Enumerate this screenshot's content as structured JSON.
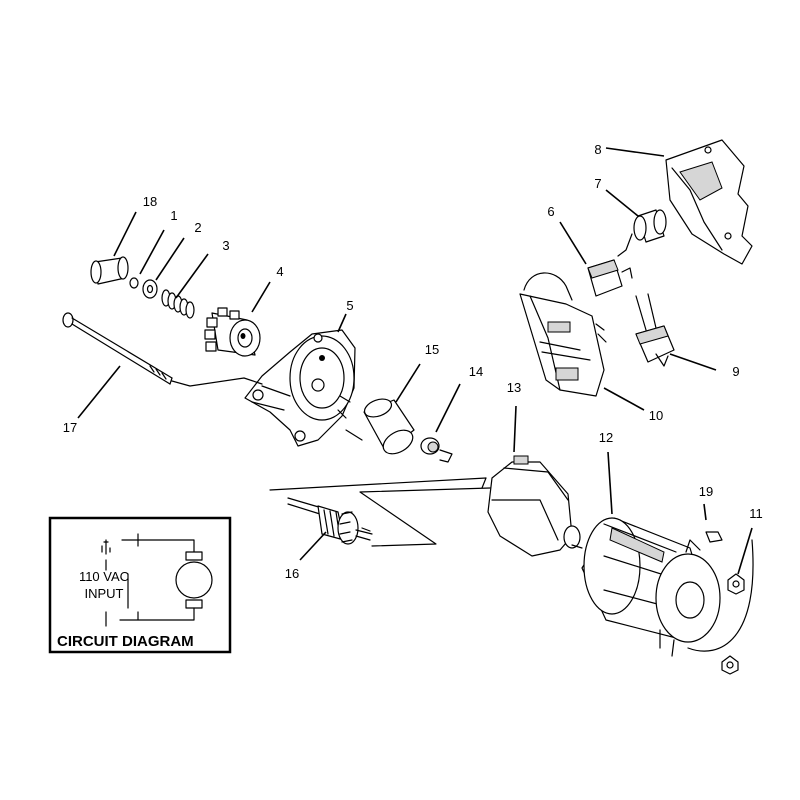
{
  "callouts": [
    "1",
    "2",
    "3",
    "4",
    "5",
    "6",
    "7",
    "8",
    "9",
    "10",
    "11",
    "12",
    "13",
    "14",
    "15",
    "16",
    "17",
    "18",
    "19"
  ],
  "circuit": {
    "voltage": "110 VAC",
    "input": "INPUT",
    "title": "CIRCUIT DIAGRAM"
  }
}
